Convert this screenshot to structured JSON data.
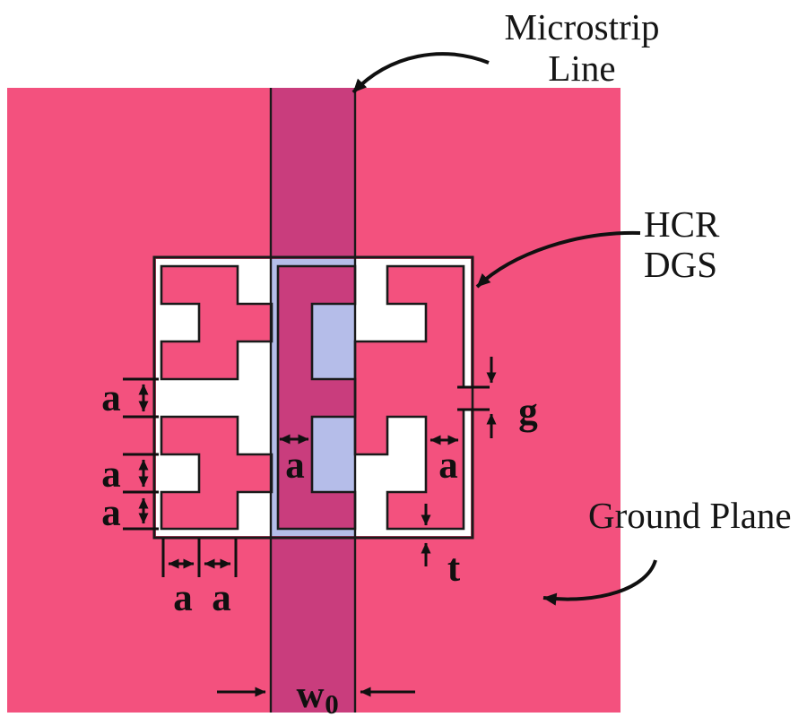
{
  "colors": {
    "background": "#ffffff",
    "ground_plane": "#f3517e",
    "microstrip": "#c93d7d",
    "slot": "#ffffff",
    "slot_under_microstrip": "#b5bde9",
    "outline": "#1a1a1a",
    "label_text": "#151515"
  },
  "labels": {
    "microstrip_line1": "Microstrip",
    "microstrip_line2": "Line",
    "hcr_line1": "HCR",
    "hcr_line2": "DGS",
    "ground_plane": "Ground Plane"
  },
  "dimensions": {
    "a": "a",
    "g": "g",
    "t": "t",
    "w": "w",
    "w_sub": "0"
  }
}
